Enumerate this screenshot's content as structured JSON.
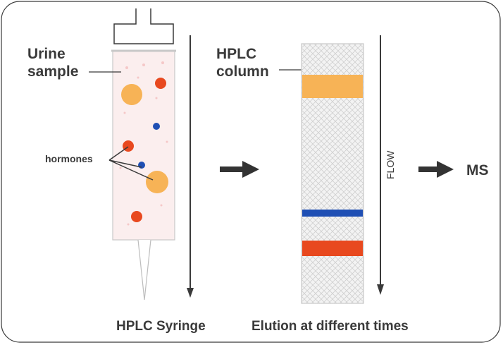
{
  "labels": {
    "urine_line1": "Urine",
    "urine_line2": "sample",
    "hormones": "hormones",
    "column_line1": "HPLC",
    "column_line2": "column",
    "flow": "FLOW",
    "ms": "MS",
    "caption_syringe": "HPLC Syringe",
    "caption_elution": "Elution at different times"
  },
  "colors": {
    "frame_stroke": "#3a3a3a",
    "syringe_fill": "#fbeeee",
    "large_hormone": "#f7b356",
    "red_hormone": "#e8491f",
    "blue_hormone": "#1f4fb4",
    "band_orange": "#f7b356",
    "band_blue": "#1f4fb4",
    "band_red": "#e8491f",
    "column_hatch": "#c8c8c8",
    "arrow": "#333333"
  }
}
